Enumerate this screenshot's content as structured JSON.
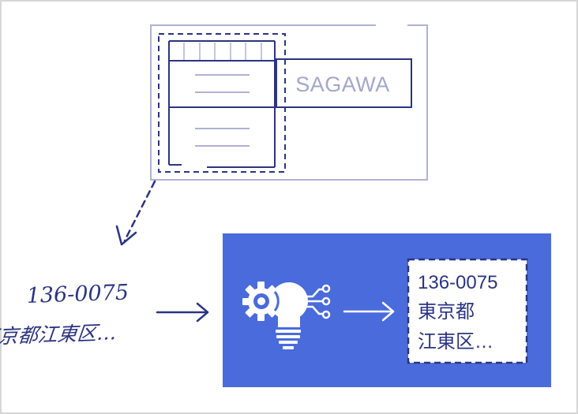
{
  "colors": {
    "frame_border": "#d6d6d6",
    "navy": "#2b3480",
    "lavender": "#aeb2d4",
    "brand_text": "#a3a7c9",
    "panel_blue": "#4a6bdb",
    "white": "#ffffff"
  },
  "label": {
    "brand": "SAGAWA"
  },
  "handwriting": {
    "line1": "136-0075",
    "line2": "東京都江東区…"
  },
  "result": {
    "line1": "136-0075",
    "line2": "東京都",
    "line3": "江東区…"
  },
  "icons": {
    "ai": "lightbulb-gear-circuit-icon"
  }
}
